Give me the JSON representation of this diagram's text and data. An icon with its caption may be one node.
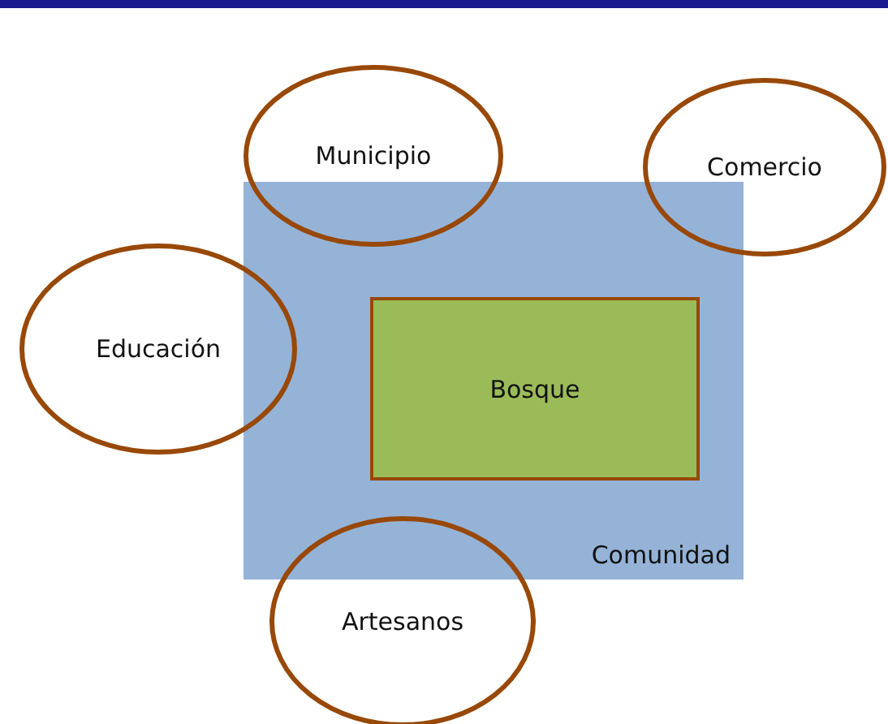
{
  "diagram": {
    "nodes": [
      {
        "text": [
          "Municipio"
        ]
      },
      {
        "text": [
          "Comercio"
        ]
      },
      {
        "text": [
          "Educación"
        ]
      },
      {
        "text": [
          "Comunidad"
        ]
      },
      {
        "text": [
          "Bosque"
        ],
        "in": 3
      },
      {
        "text": [
          "Artesanos"
        ]
      }
    ]
  }
}
